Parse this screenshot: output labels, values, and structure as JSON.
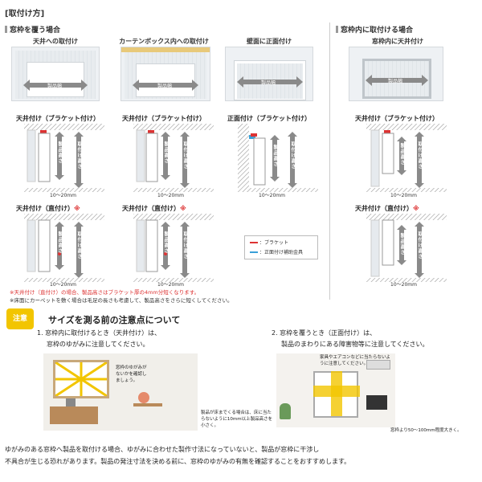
{
  "page_title": "[取付け方]",
  "left_section": {
    "title": "窓枠を覆う場合",
    "diagrams": [
      {
        "caption": "天井への取付け",
        "width_label": "製品幅"
      },
      {
        "caption": "カーテンボックス内への取付け",
        "width_label": "製品幅"
      },
      {
        "caption": "壁面に正面付け",
        "width_label": "製品幅"
      }
    ],
    "bracket_diagrams": [
      {
        "caption": "天井付け（ブラケット付け）",
        "left_label": "製品高さ",
        "right_label": "取付け高さ",
        "mm": "10～20mm"
      },
      {
        "caption": "天井付け（ブラケット付け）",
        "left_label": "製品高さ",
        "right_label": "取付け高さ",
        "mm": "10～20mm"
      },
      {
        "caption": "正面付け（ブラケット付け）",
        "left_label": "製品高さ",
        "right_label": "取付け高さ",
        "mm": "10～20mm"
      }
    ],
    "direct_diagrams": [
      {
        "caption": "天井付け（直付け）",
        "star": "※",
        "left_label": "製品高さ",
        "right_label": "取付け高さ",
        "mm": "10～20mm"
      },
      {
        "caption": "天井付け（直付け）",
        "star": "※",
        "left_label": "製品高さ",
        "right_label": "取付け高さ",
        "mm": "10～20mm"
      }
    ],
    "legend": {
      "bracket": "：ブラケット",
      "aux": "：正面付け補助金具"
    },
    "note_red": "※天井付け（直付け）の場合、製品高さはブラケット厚の4mm分短くなります。",
    "note_gray": "※床面にカーペットを敷く場合は毛足の長さも考慮して、製品高さをさらに短くしてください。"
  },
  "right_section": {
    "title": "窓枠内に取付ける場合",
    "diagram": {
      "caption": "窓枠内に天井付け",
      "width_label": "製品幅"
    },
    "bracket": {
      "caption": "天井付け（ブラケット付け）",
      "left_label": "製品高さ",
      "right_label": "取付け高さ",
      "mm": "10～20mm"
    },
    "direct": {
      "caption": "天井付け（直付け）",
      "star": "※",
      "left_label": "製品高さ",
      "right_label": "取付け高さ",
      "mm": "10～20mm"
    }
  },
  "caution": {
    "badge": "注意",
    "title": "サイズを測る前の注意点について",
    "step1": {
      "line1": "1. 窓枠内に取付けるとき（天井付け）は、",
      "line2": "窓枠のゆがみに注意してください。",
      "bubble": "窓枠のゆがみがないかを確認しましょう。"
    },
    "step2": {
      "line1": "2. 窓枠を覆うとき（正面付け）は、",
      "line2": "製品のまわりにある障害物等に注意してください。",
      "top_note": "家具やエアコンなどに当たらないように注意してください。",
      "left_note": "製品が床までくる場合は、床に当たらないように10mm以上製品高さを小さく。",
      "right_note": "窓枠より50～100mm程度大きく。"
    }
  },
  "bottom": {
    "line1": "ゆがみのある窓枠へ製品を取付ける場合、ゆがみに合わせた製作寸法になっていないと、製品が窓枠に干渉し",
    "line2": "不具合が生じる恐れがあります。製品の発注寸法を決める前に、窓枠のゆがみの有無を確認することをおすすめします。"
  },
  "colors": {
    "accent_red": "#d33333",
    "caution_yellow": "#f2c500",
    "arrow_gray": "#8a8a8a",
    "wall_gray": "#eef1f4"
  }
}
